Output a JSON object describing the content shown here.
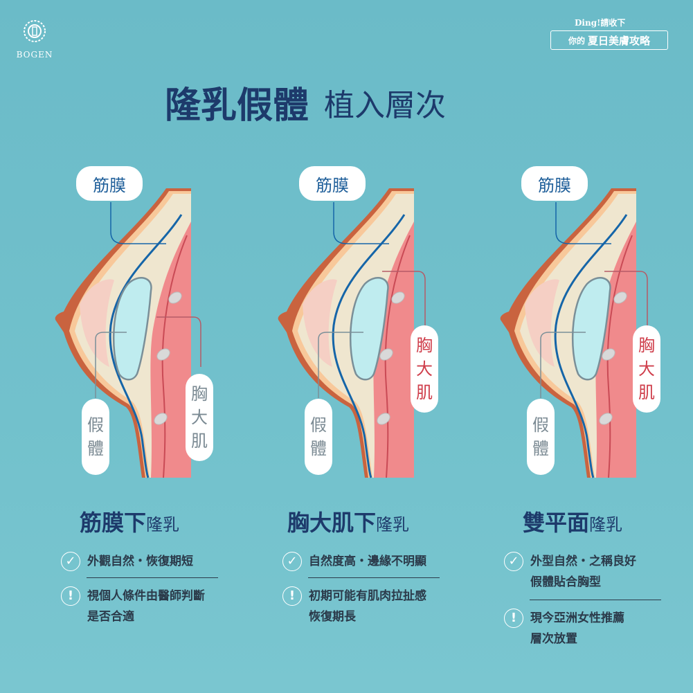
{
  "brand": {
    "logo_text": "BOGEN"
  },
  "badge": {
    "top": "Ding!請收下",
    "small": "你的",
    "main": "夏日美膚攻略"
  },
  "title": {
    "highlight": "隆乳假體",
    "rest": "植入層次"
  },
  "labels": {
    "fascia": "筋膜",
    "implant": [
      "假",
      "體"
    ],
    "muscle": [
      "胸",
      "大",
      "肌"
    ]
  },
  "colors": {
    "background": "#6cbcc9",
    "highlight": "#f6c416",
    "navy": "#1d3a6b",
    "fascia": "#1565a8",
    "muscle": "#f08a8c",
    "skin": "#efe6cf"
  },
  "sections": [
    {
      "title_bold": "筋膜下",
      "title_small": "隆乳",
      "pros": [
        "外觀自然・恢復期短"
      ],
      "cons": [
        "視個人條件由醫師判斷",
        "是否合適"
      ]
    },
    {
      "title_bold": "胸大肌下",
      "title_small": "隆乳",
      "pros": [
        "自然度高・邊緣不明顯"
      ],
      "cons": [
        "初期可能有肌肉拉扯感",
        "恢復期長"
      ]
    },
    {
      "title_bold": "雙平面",
      "title_small": "隆乳",
      "pros": [
        "外型自然・之稱良好",
        "假體貼合胸型"
      ],
      "cons": [
        "現今亞洲女性推薦",
        "層次放置"
      ]
    }
  ]
}
